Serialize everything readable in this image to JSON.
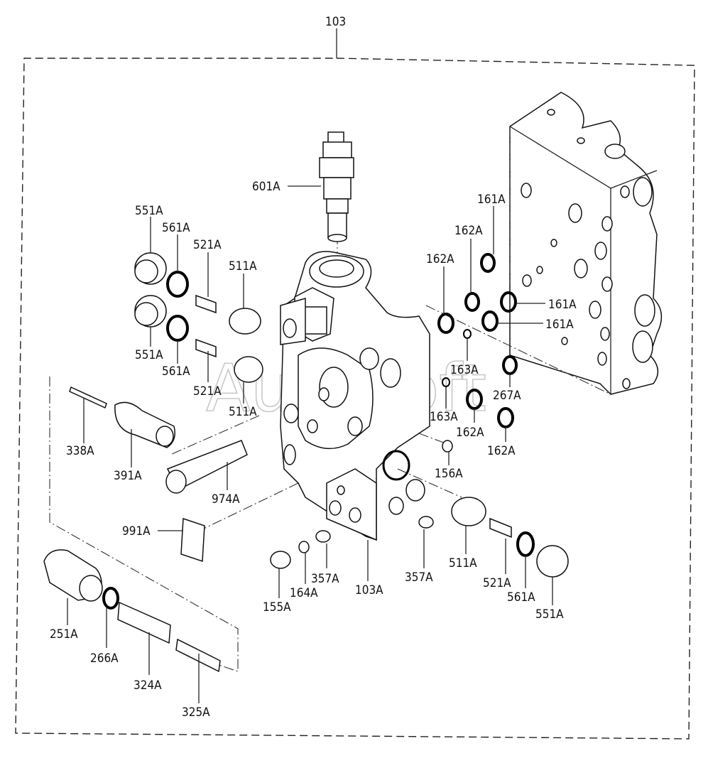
{
  "assembly_label": "103",
  "watermark": "AutoSoft",
  "parts": {
    "p601A": "601A",
    "p551A_1": "551A",
    "p561A_1": "561A",
    "p521A_1": "521A",
    "p511A_1": "511A",
    "p551A_2": "551A",
    "p561A_2": "561A",
    "p521A_2": "521A",
    "p511A_2": "511A",
    "p338A": "338A",
    "p391A": "391A",
    "p974A": "974A",
    "p991A": "991A",
    "p251A": "251A",
    "p266A": "266A",
    "p324A": "324A",
    "p325A": "325A",
    "p155A": "155A",
    "p164A": "164A",
    "p357A_1": "357A",
    "p103A": "103A",
    "p357A_2": "357A",
    "p511A_3": "511A",
    "p521A_3": "521A",
    "p561A_3": "561A",
    "p551A_3": "551A",
    "p156A": "156A",
    "p161A_1": "161A",
    "p162A_1": "162A",
    "p162A_2": "162A",
    "p161A_2": "161A",
    "p161A_3": "161A",
    "p163A_1": "163A",
    "p163A_2": "163A",
    "p267A": "267A",
    "p162A_3": "162A",
    "p162A_4": "162A"
  }
}
